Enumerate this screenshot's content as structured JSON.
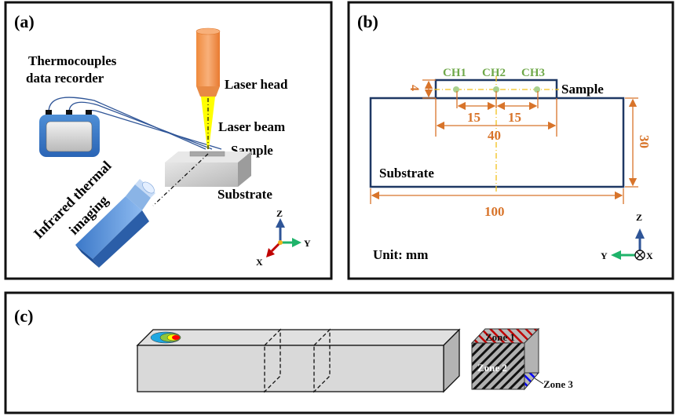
{
  "panels": {
    "a": {
      "tag": "(a)",
      "labels": {
        "recorder_line1": "Thermocouples",
        "recorder_line2": "data recorder",
        "laser_head": "Laser head",
        "laser_beam": "Laser beam",
        "sample": "Sample",
        "substrate": "Substrate",
        "ir_line1": "Infrared thermal",
        "ir_line2": "imaging"
      },
      "axes": {
        "z": "Z",
        "y": "Y",
        "x": "X"
      }
    },
    "b": {
      "tag": "(b)",
      "channels": [
        "CH1",
        "CH2",
        "CH3"
      ],
      "labels": {
        "sample": "Sample",
        "substrate": "Substrate",
        "unit": "Unit: mm"
      },
      "dimensions": {
        "sample_height": "4",
        "ch_spacing_left": "15",
        "ch_spacing_right": "15",
        "sample_length": "40",
        "substrate_length": "100",
        "substrate_height": "30"
      },
      "axes": {
        "z": "Z",
        "y": "Y",
        "x": "X"
      }
    },
    "c": {
      "tag": "(c)",
      "zones": [
        "Zone 1",
        "Zone 2",
        "Zone 3"
      ]
    }
  },
  "colors": {
    "dimension": "#d8742a",
    "channel": "#6fa84a",
    "outline": "#1f3864",
    "axis_z": "#2f5597",
    "axis_y": "#1fb36a",
    "axis_x": "#c00000",
    "laser_beam": "#ffff00",
    "laser_head": "#f4a261",
    "zone1": "#c00000",
    "zone3": "#0000ff"
  }
}
